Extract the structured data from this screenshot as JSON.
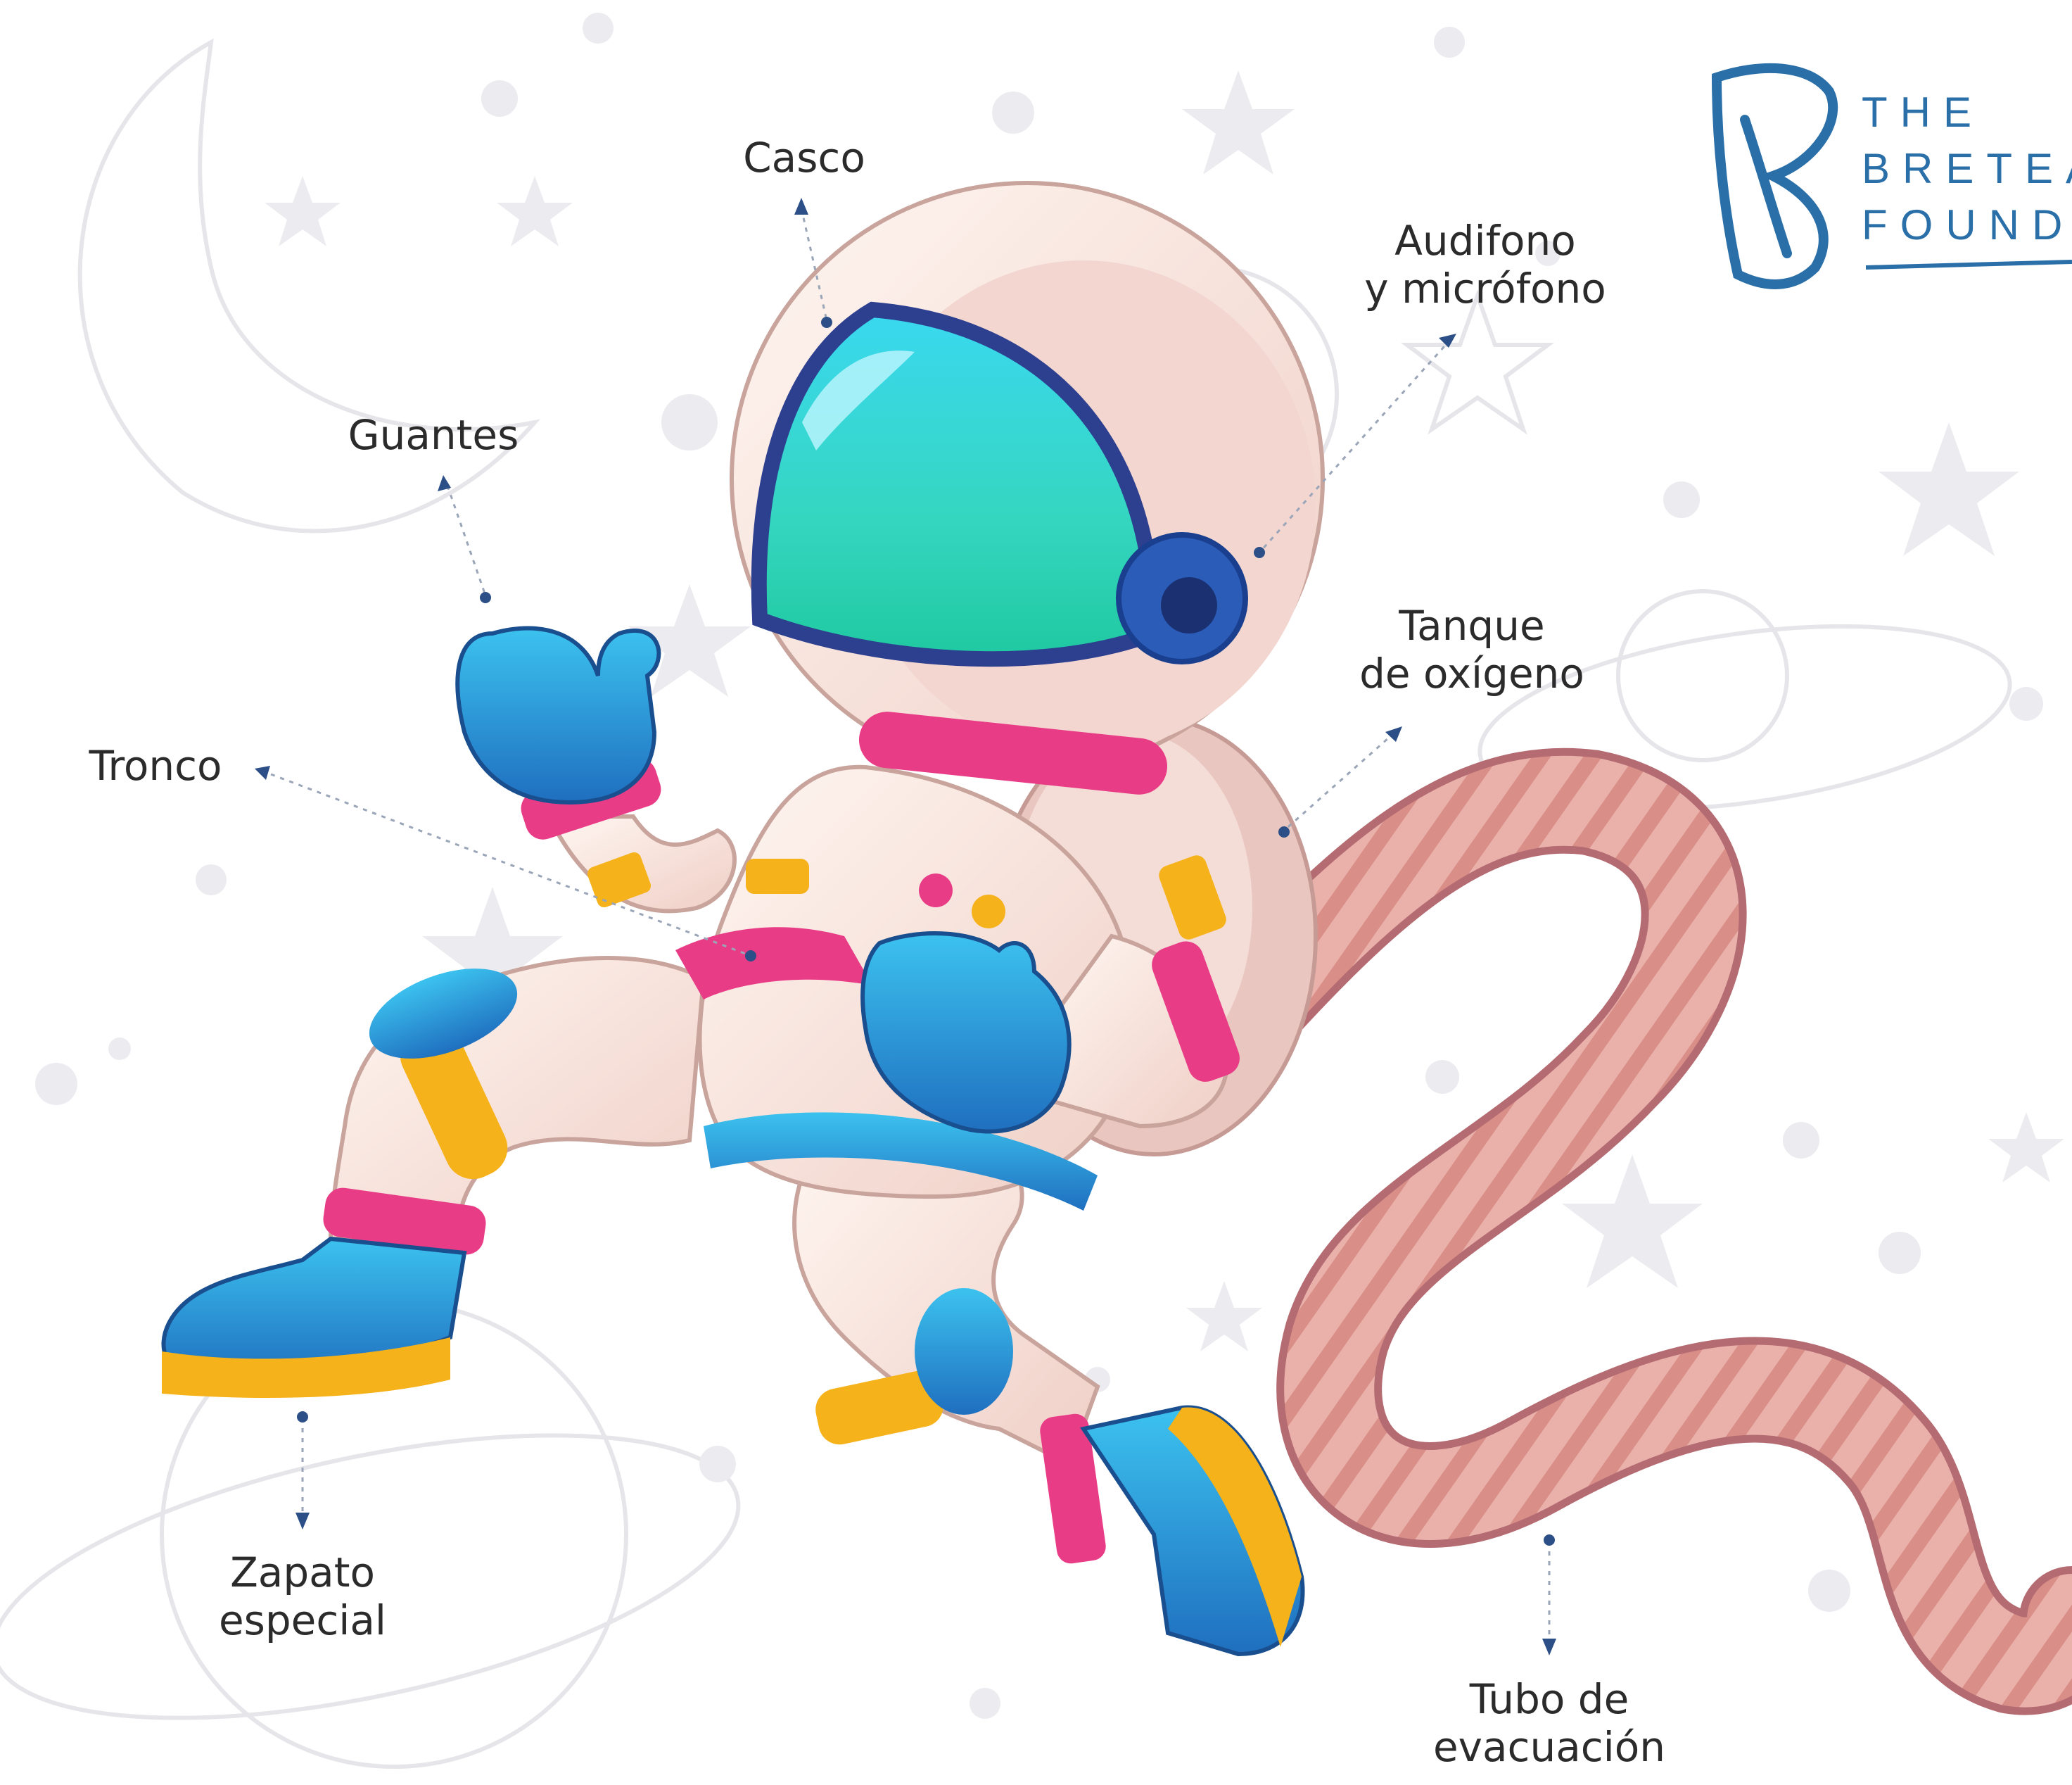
{
  "labels": {
    "casco": "Casco",
    "audifono": [
      "Audifono",
      "y micrófono"
    ],
    "guantes": "Guantes",
    "tanque": [
      "Tanque",
      "de oxígeno"
    ],
    "tronco": "Tronco",
    "zapato": [
      "Zapato",
      "especial"
    ],
    "tubo": [
      "Tubo de",
      "evacuación"
    ]
  },
  "logo": {
    "line1": "THE",
    "line2": "BRETEA",
    "line3": "FOUND"
  },
  "colors": {
    "visor": "#3fe0d0",
    "glove": "#2a8fd0",
    "suit": "#f7e6df",
    "accent_pink": "#e93c86",
    "accent_yellow": "#f5b21a",
    "hose": "#e8a9a3",
    "logo": "#2a6fa8",
    "doodle": "#e6e6ea"
  }
}
